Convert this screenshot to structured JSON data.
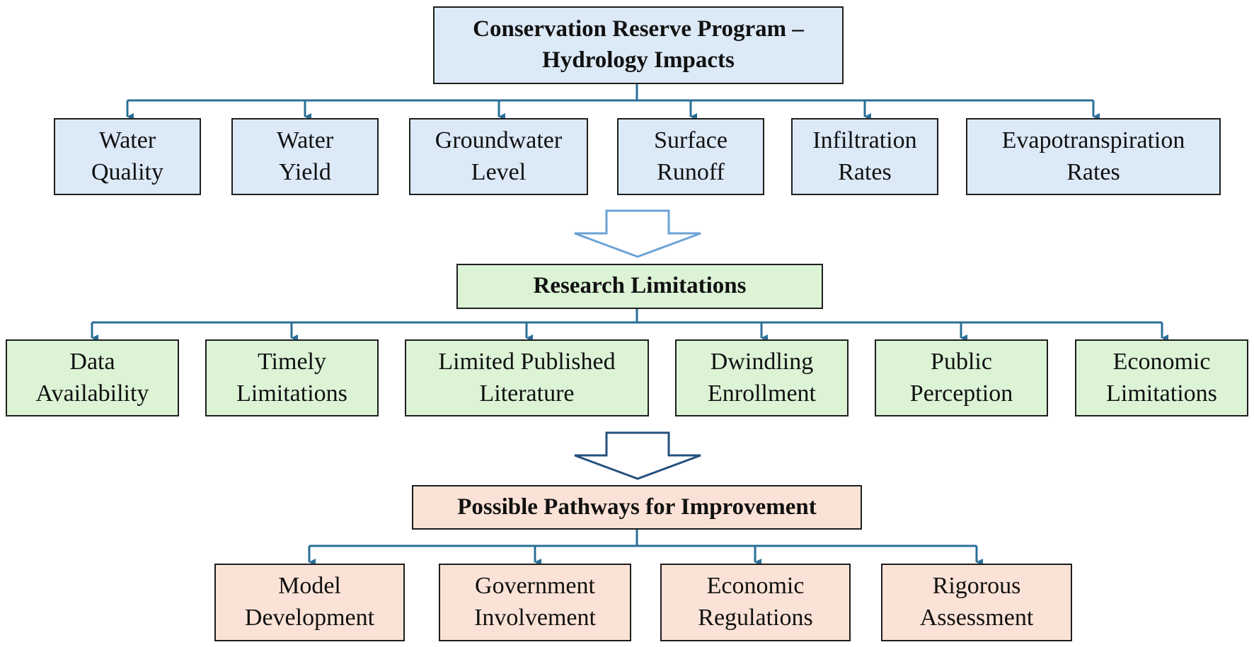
{
  "colors": {
    "blue_fill": "#dce9f7",
    "green_fill": "#dcf3d6",
    "peach_fill": "#fbe2d6",
    "connector": "#2a6f98",
    "border": "#1e1e1e"
  },
  "levels": [
    {
      "header_lines": [
        "Conservation Reserve Program –",
        "Hydrology Impacts"
      ],
      "items": [
        [
          "Water",
          "Quality"
        ],
        [
          "Water",
          "Yield"
        ],
        [
          "Groundwater",
          "Level"
        ],
        [
          "Surface",
          "Runoff"
        ],
        [
          "Infiltration",
          "Rates"
        ],
        [
          "Evapotranspiration",
          "Rates"
        ]
      ]
    },
    {
      "header_lines": [
        "Research Limitations"
      ],
      "items": [
        [
          "Data",
          "Availability"
        ],
        [
          "Timely",
          "Limitations"
        ],
        [
          "Limited Published",
          "Literature"
        ],
        [
          "Dwindling",
          "Enrollment"
        ],
        [
          "Public",
          "Perception"
        ],
        [
          "Economic",
          "Limitations"
        ]
      ]
    },
    {
      "header_lines": [
        "Possible Pathways for Improvement"
      ],
      "items": [
        [
          "Model",
          "Development"
        ],
        [
          "Government",
          "Involvement"
        ],
        [
          "Economic",
          "Regulations"
        ],
        [
          "Rigorous",
          "Assessment"
        ]
      ]
    }
  ]
}
